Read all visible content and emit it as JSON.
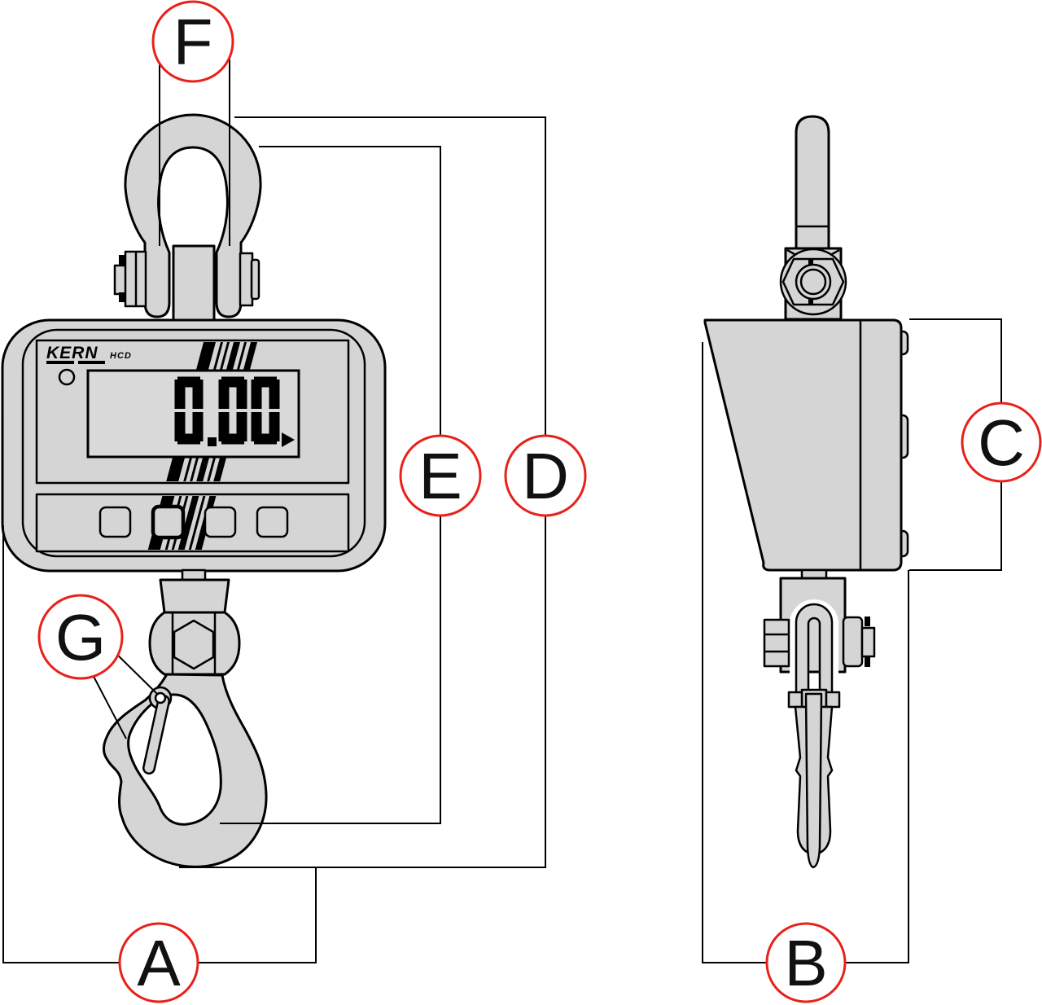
{
  "device": {
    "brand_logo": "KERN",
    "model_label": "HCD",
    "lcd_value": "0.00"
  },
  "callouts": {
    "A": "A",
    "B": "B",
    "C": "C",
    "D": "D",
    "E": "E",
    "F": "F",
    "G": "G"
  },
  "colors": {
    "outline": "#000000",
    "part_fill": "#d5d5d5",
    "lcd_fill": "#d9d9d9",
    "callout_ring": "#e8211a",
    "letter": "#111111",
    "background": "#ffffff"
  }
}
